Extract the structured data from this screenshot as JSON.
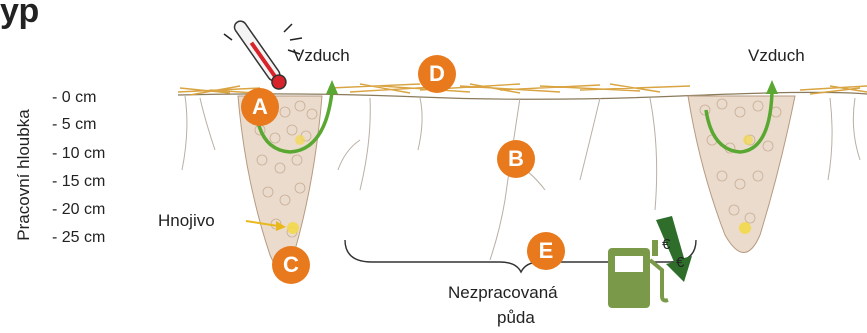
{
  "partial_title": "ур",
  "axis_label": "Pracovní hloubka",
  "depths": [
    "- 0 cm",
    "- 5 cm",
    "- 10 cm",
    "- 15 cm",
    "- 20 cm",
    "- 25 cm"
  ],
  "labels": {
    "air_left": "Vzduch",
    "air_right": "Vzduch",
    "fertilizer": "Hnojivo",
    "untilled_line1": "Nezpracovaná",
    "untilled_line2": "půda"
  },
  "badges": [
    "A",
    "B",
    "C",
    "D",
    "E"
  ],
  "currency_symbols": [
    "€",
    "€"
  ],
  "colors": {
    "badge": "#e8791d",
    "arrow": "#5aa832",
    "straw": "#d9a441",
    "soil_fill": "#eadbcc",
    "pump": "#7a9a4a"
  },
  "icons": [
    "thermometer-icon",
    "fuel-pump-icon",
    "down-arrow-icon"
  ]
}
